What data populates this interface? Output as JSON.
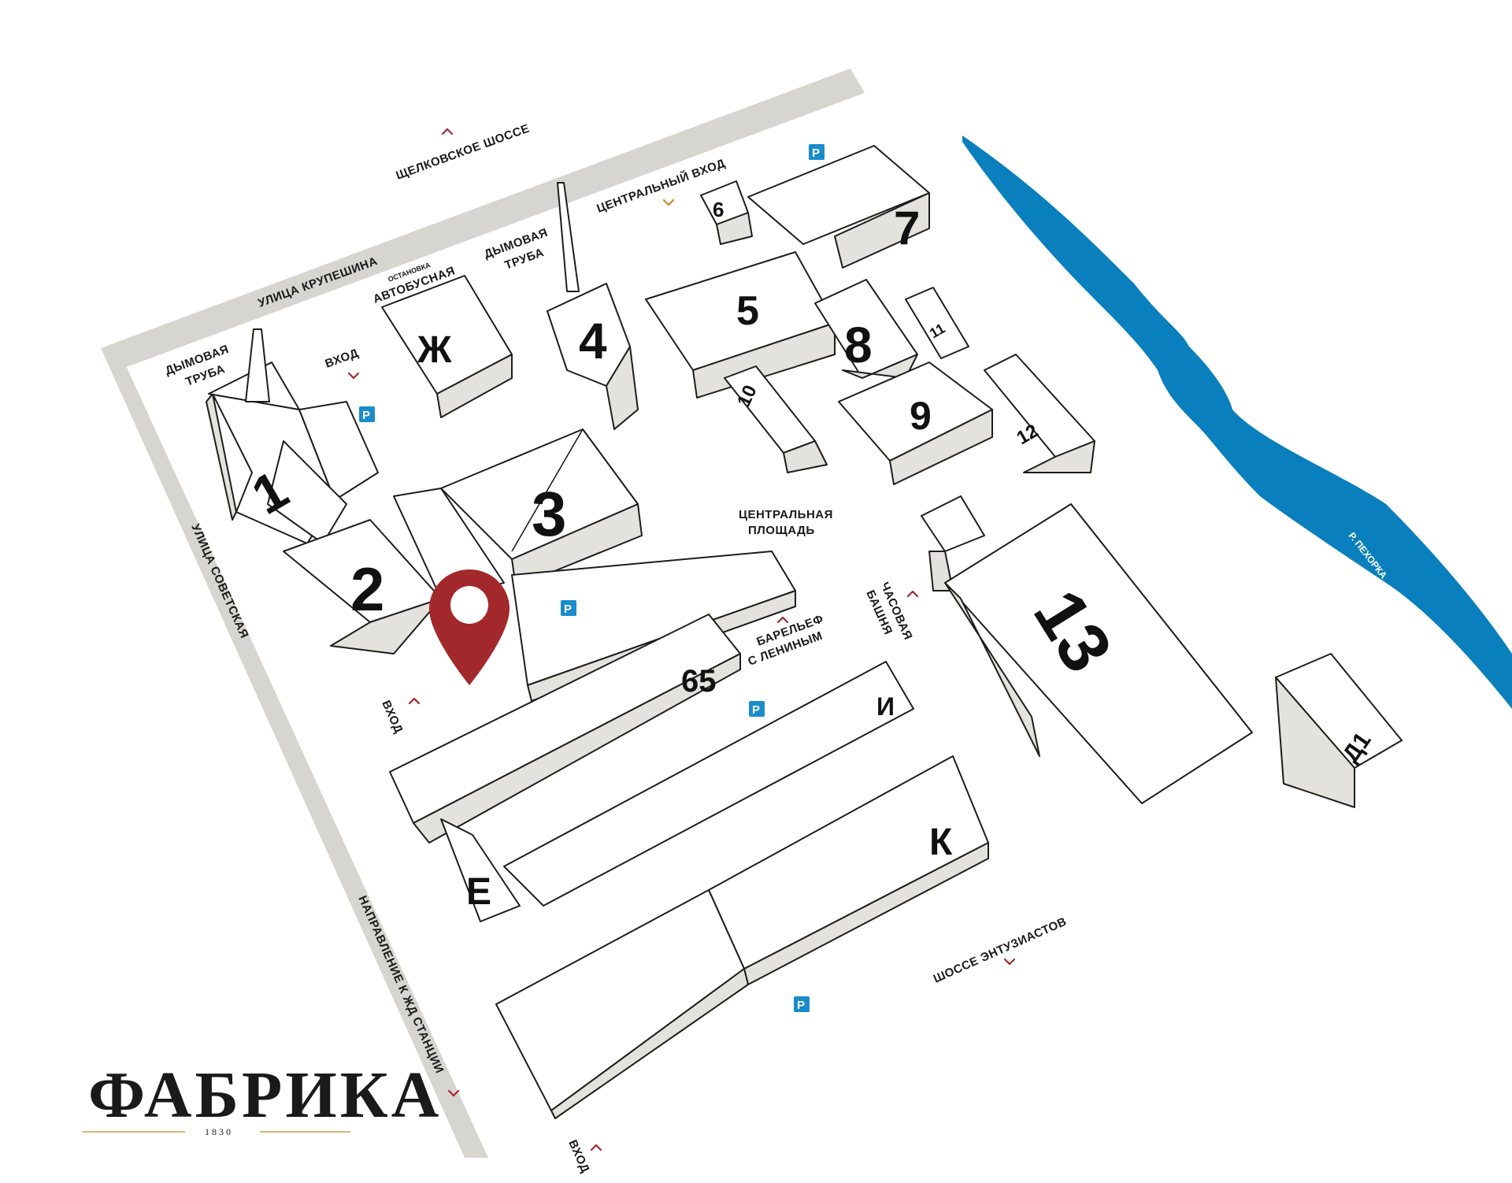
{
  "colors": {
    "road": "#d6d5d0",
    "building_side": "#e3e2dd",
    "outline": "#1d1d1b",
    "river": "#0a7fbd",
    "parking": "#1a8ccc",
    "marker": "#a3282c",
    "chevron_red": "#a3282c",
    "chevron_gold": "#c9892a",
    "logo_rule": "#c9a04b"
  },
  "streets": {
    "schelkovskoe": "ЩЕЛКОВСКОЕ ШОССЕ",
    "krupeshina": "УЛИЦА КРУПЕШИНА",
    "sovetskaya": "УЛИЦА СОВЕТСКАЯ",
    "rail_direction": "НАПРАВЛЕНИЕ К ЖД СТАНЦИИ",
    "entuziastov": "ШОССЕ ЭНТУЗИАСТОВ",
    "river": "Р. ПЕХОРКА"
  },
  "landmarks": {
    "chimney_1_line1": "ДЫМОВАЯ",
    "chimney_1_line2": "ТРУБА",
    "chimney_2_line1": "ДЫМОВАЯ",
    "chimney_2_line2": "ТРУБА",
    "bus_stop_small": "ОСТАНОВКА",
    "bus_stop_big": "АВТОБУСНАЯ",
    "entrance_top": "ВХОД",
    "entrance_left": "ВХОД",
    "entrance_bottom": "ВХОД",
    "central_entrance": "ЦЕНТРАЛЬНЫЙ ВХОД",
    "central_square_line1": "ЦЕНТРАЛЬНАЯ",
    "central_square_line2": "ПЛОЩАДЬ",
    "clock_tower_line1": "ЧАСОВАЯ",
    "clock_tower_line2": "БАШНЯ",
    "relief_line1": "БАРЕЛЬЕФ",
    "relief_line2": "С ЛЕНИНЫМ"
  },
  "buildings": {
    "b1": "1",
    "b2": "2",
    "b3": "3",
    "b4": "4",
    "b5": "5",
    "b6": "6",
    "b7": "7",
    "b8": "8",
    "b9": "9",
    "b10": "10",
    "b11": "11",
    "b12": "12",
    "b13": "13",
    "b65": "65",
    "zh": "Ж",
    "e": "Е",
    "i": "И",
    "k": "К",
    "d1": "Д1"
  },
  "parking_label": "P",
  "logo": {
    "name": "ФАБРИКА",
    "year": "1830"
  },
  "icons": {
    "location_marker": "map-pin-icon",
    "parking": "parking-icon",
    "direction": "chevron-icon"
  }
}
